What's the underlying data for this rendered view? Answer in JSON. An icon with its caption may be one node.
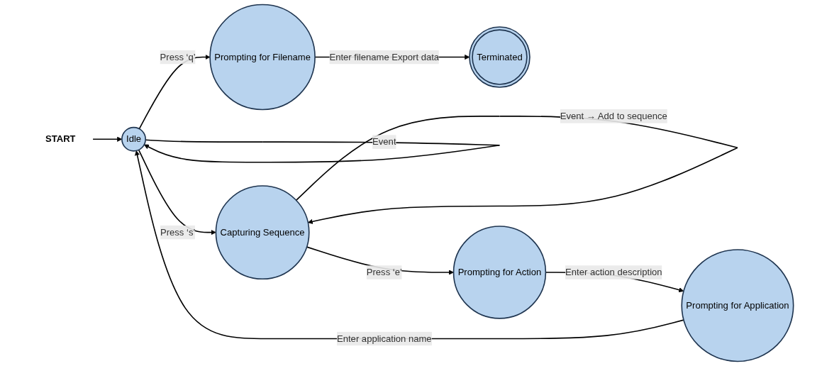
{
  "diagram": {
    "nodes": [
      {
        "text": [
          "START"
        ]
      },
      {
        "text": [
          "Prompting for Application"
        ]
      },
      {
        "text": [
          "Idle"
        ]
      },
      {
        "text": [
          "Prompting for Filename"
        ]
      },
      {
        "text": [
          "Terminated"
        ]
      },
      {
        "text": [
          "Prompting for Action"
        ]
      },
      {
        "text": [
          "Capturing Sequence"
        ]
      }
    ],
    "edges": [
      {
        "from": 0,
        "to": 2,
        "arrow": "to"
      },
      {
        "from": 2,
        "to": 2,
        "arrow": "to",
        "label": "Event"
      },
      {
        "from": 1,
        "to": 2,
        "arrow": "to",
        "label": "Enter application name"
      },
      {
        "from": 2,
        "to": 3,
        "arrow": "to",
        "label": "Press ‘q’"
      },
      {
        "from": 3,
        "to": 4,
        "arrow": "to",
        "label": "Enter filename Export data"
      },
      {
        "from": 2,
        "to": 6,
        "arrow": "to",
        "label": "Press ‘s’"
      },
      {
        "from": 6,
        "to": 6,
        "arrow": "to",
        "label": "Event → Add to sequence"
      },
      {
        "from": 6,
        "to": 5,
        "arrow": "to",
        "label": "Press ‘e’"
      },
      {
        "from": 5,
        "to": 1,
        "arrow": "to",
        "label": "Enter action description"
      }
    ]
  }
}
